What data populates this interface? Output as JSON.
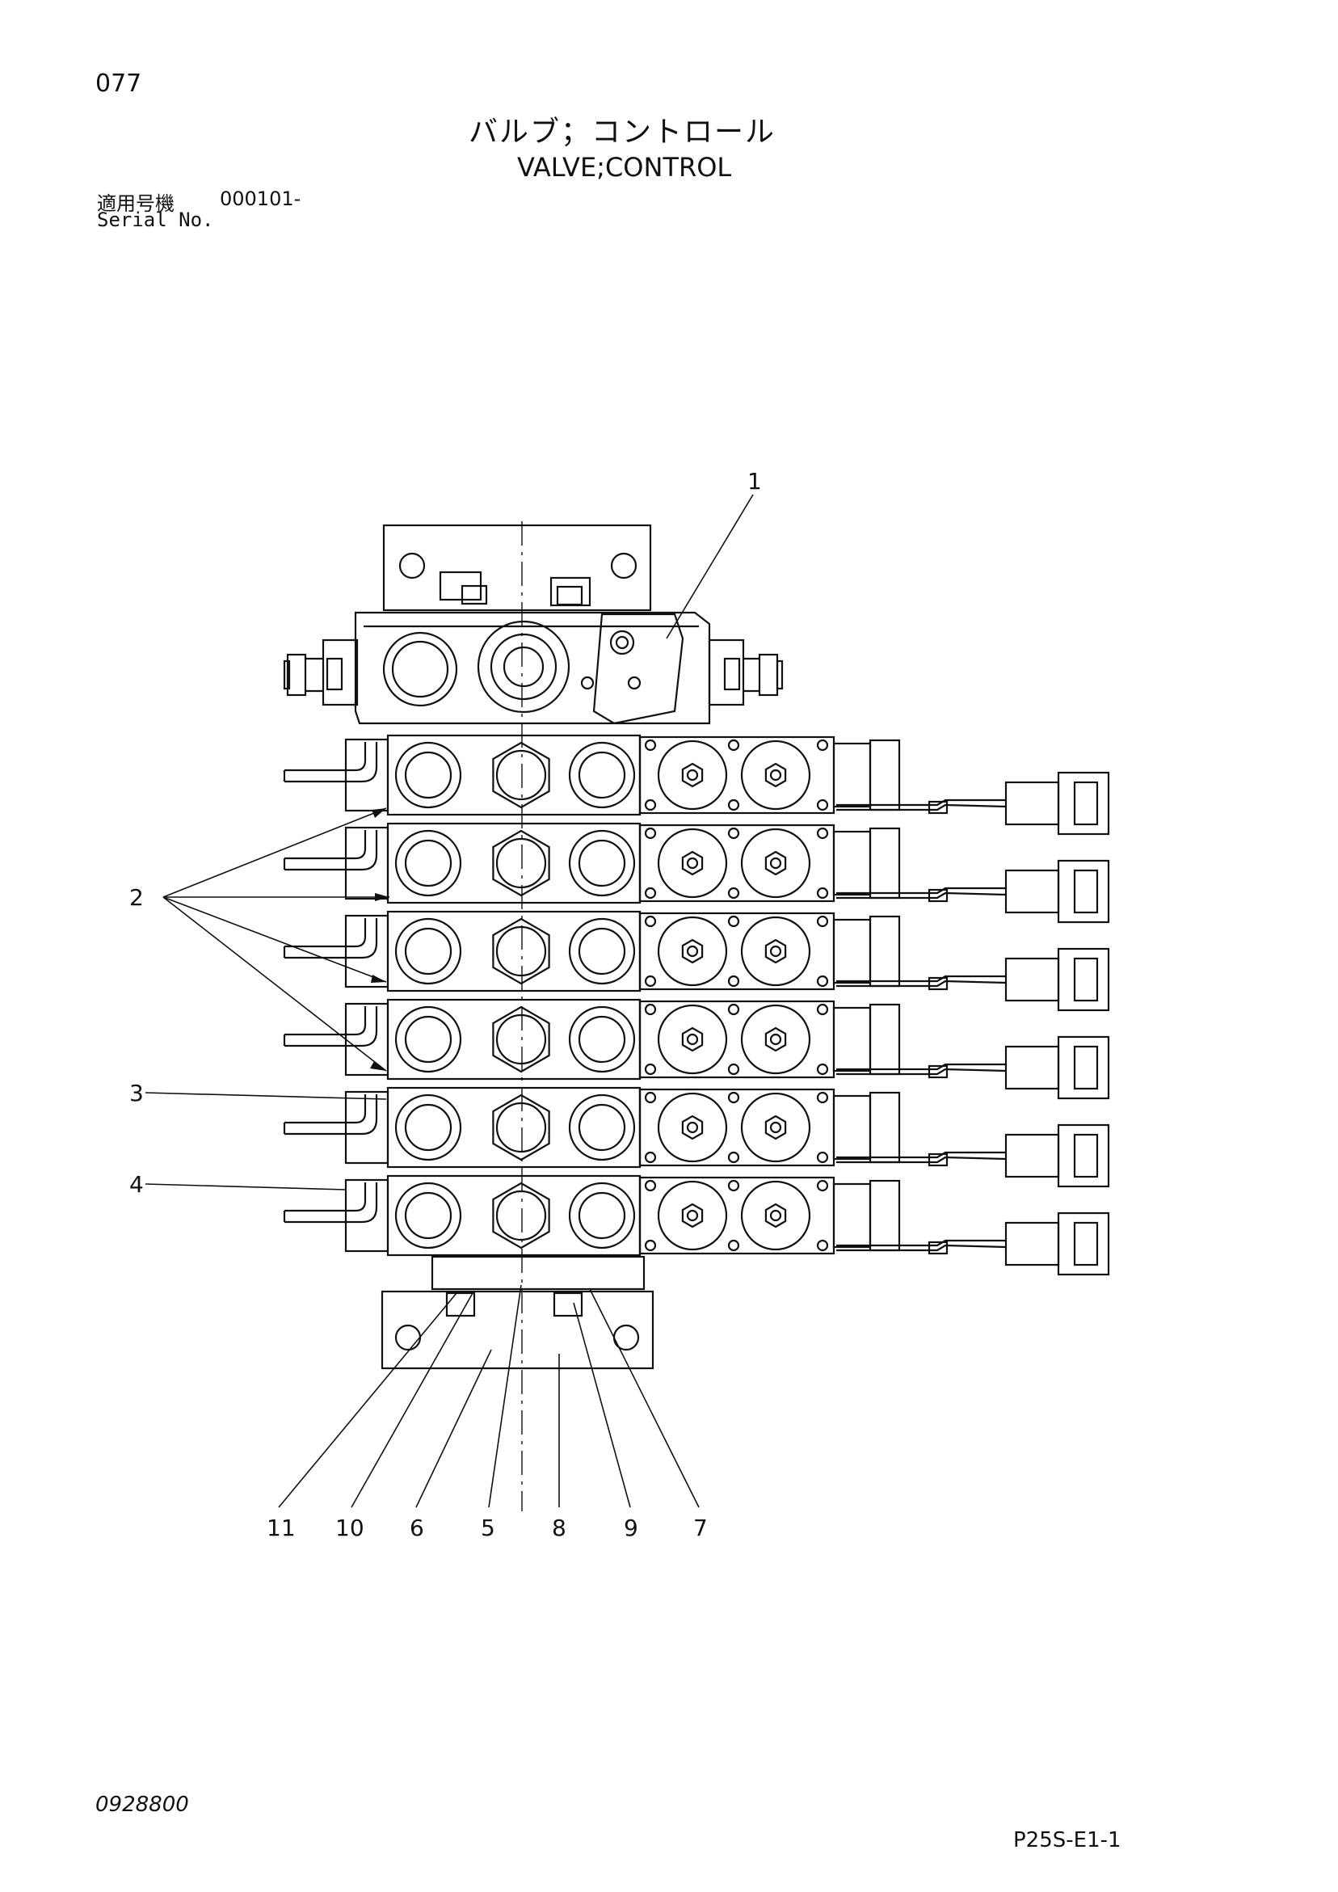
{
  "header": {
    "page_number": "077",
    "title_jp": "バルブ；コントロール",
    "title_en": "VALVE;CONTROL",
    "serial_label_jp": "適用号機",
    "serial_value": "000101-",
    "serial_label_en": "Serial No."
  },
  "diagram": {
    "callouts": [
      {
        "id": "c1",
        "label": "1"
      },
      {
        "id": "c2",
        "label": "2"
      },
      {
        "id": "c3",
        "label": "3"
      },
      {
        "id": "c4",
        "label": "4"
      },
      {
        "id": "c11",
        "label": "11"
      },
      {
        "id": "c10",
        "label": "10"
      },
      {
        "id": "c6",
        "label": "6"
      },
      {
        "id": "c5",
        "label": "5"
      },
      {
        "id": "c8",
        "label": "8"
      },
      {
        "id": "c9",
        "label": "9"
      },
      {
        "id": "c7",
        "label": "7"
      }
    ]
  },
  "footer": {
    "doc_code": "0928800",
    "sheet_id": "P25S-E1-1"
  }
}
